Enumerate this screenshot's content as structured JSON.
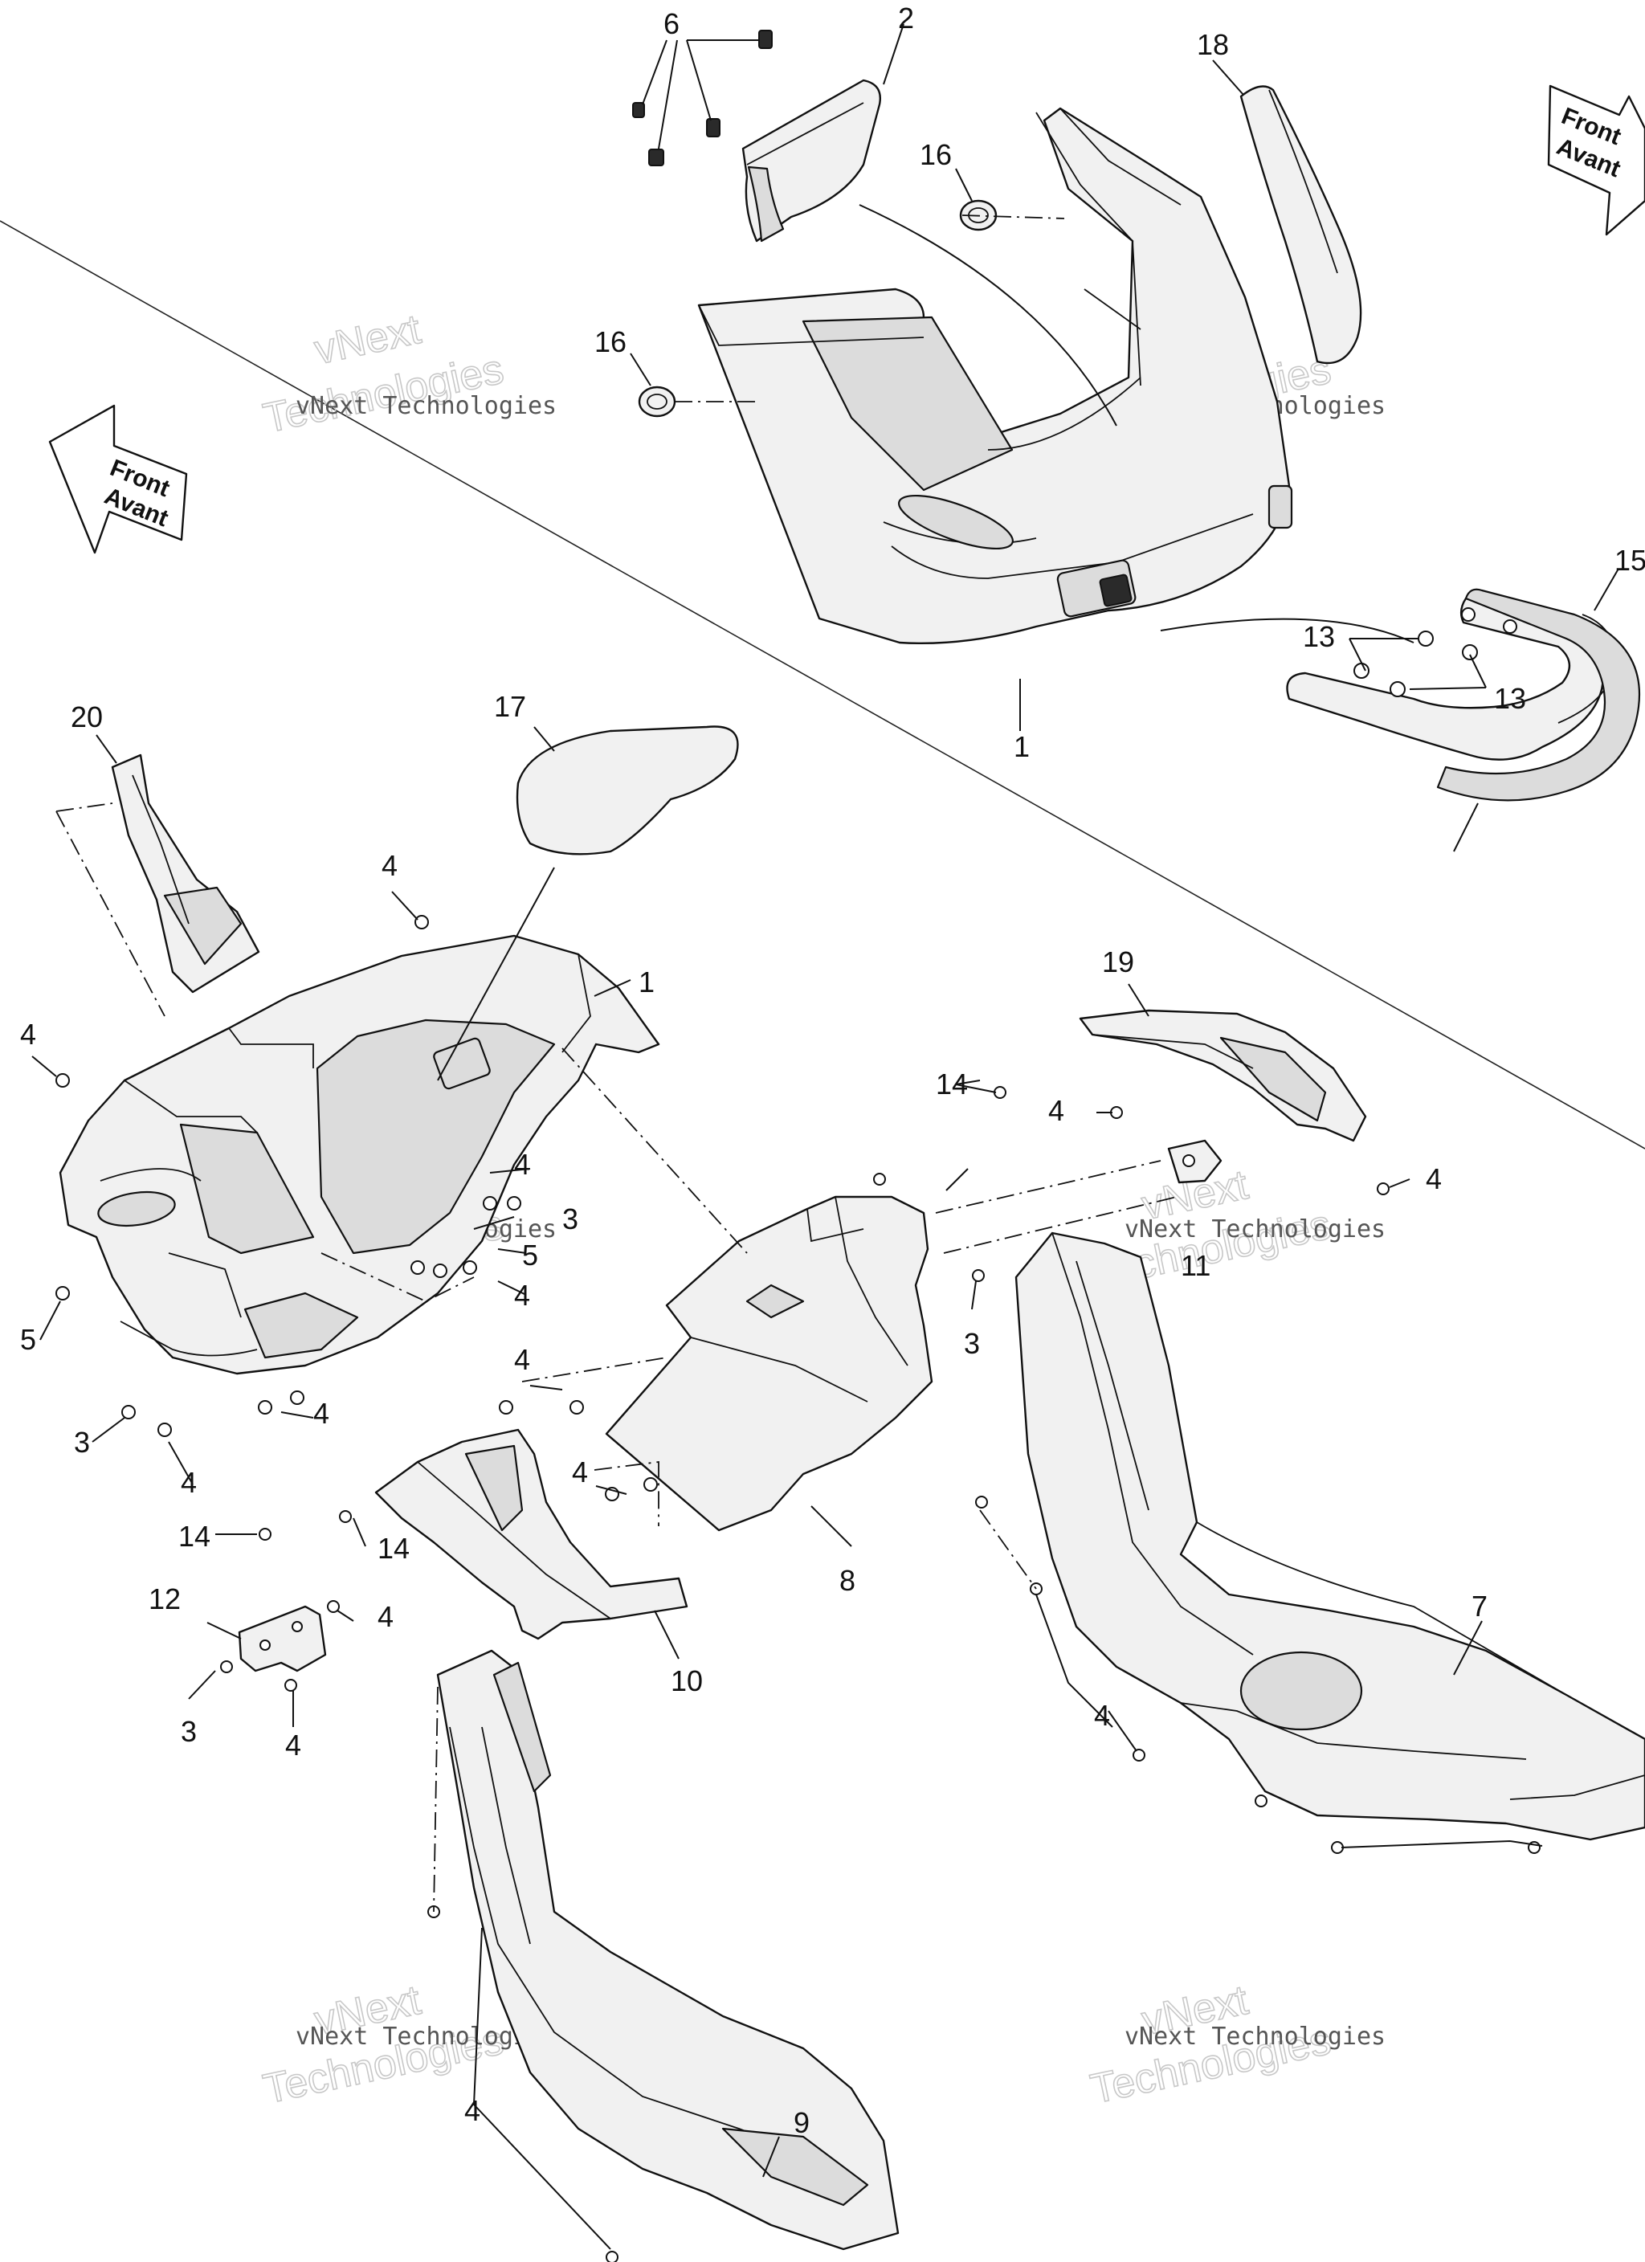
{
  "watermark": {
    "line1": "vNext",
    "line2": "Technologies",
    "caption": "vNext Technologies"
  },
  "direction_arrows": [
    {
      "line1": "Front",
      "line2": "Avant"
    },
    {
      "line1": "Front",
      "line2": "Avant"
    }
  ],
  "callouts": [
    "1",
    "2",
    "3",
    "4",
    "5",
    "6",
    "7",
    "8",
    "9",
    "10",
    "11",
    "12",
    "13",
    "14",
    "15",
    "16",
    "17",
    "18",
    "19",
    "20"
  ]
}
